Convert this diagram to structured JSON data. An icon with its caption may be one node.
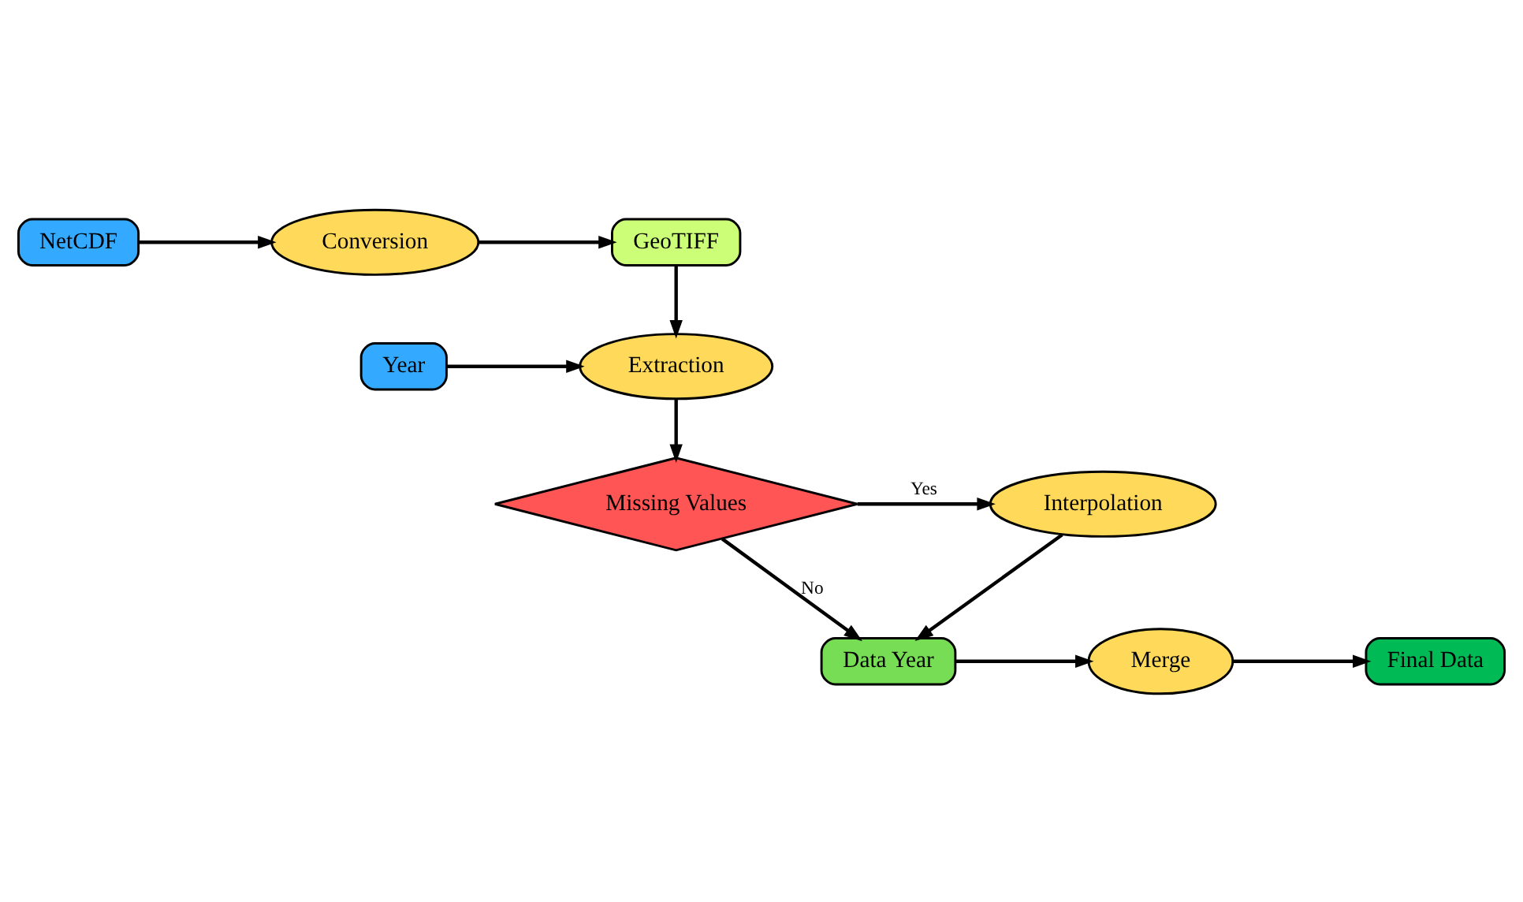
{
  "diagram": {
    "nodes": [
      {
        "text": [
          "NetCDF"
        ]
      },
      {
        "text": [
          "Conversion"
        ]
      },
      {
        "text": [
          "GeoTIFF"
        ]
      },
      {
        "text": [
          "Year"
        ]
      },
      {
        "text": [
          "Extraction"
        ]
      },
      {
        "text": [
          "Missing Values"
        ]
      },
      {
        "text": [
          "Interpolation"
        ]
      },
      {
        "text": [
          "Data Year"
        ]
      },
      {
        "text": [
          "Merge"
        ]
      },
      {
        "text": [
          "Final Data"
        ]
      }
    ],
    "edges": [
      {
        "from": 0,
        "to": 1,
        "arrow": "to"
      },
      {
        "from": 1,
        "to": 2,
        "arrow": "to"
      },
      {
        "from": 2,
        "to": 4,
        "arrow": "to"
      },
      {
        "from": 3,
        "to": 4,
        "arrow": "to"
      },
      {
        "from": 4,
        "to": 5,
        "arrow": "to"
      },
      {
        "from": 5,
        "to": 6,
        "arrow": "to",
        "label": "Yes"
      },
      {
        "from": 5,
        "to": 7,
        "arrow": "to",
        "label": "No"
      },
      {
        "from": 6,
        "to": 7,
        "arrow": "to"
      },
      {
        "from": 7,
        "to": 8,
        "arrow": "to"
      },
      {
        "from": 8,
        "to": 9,
        "arrow": "to"
      }
    ]
  }
}
